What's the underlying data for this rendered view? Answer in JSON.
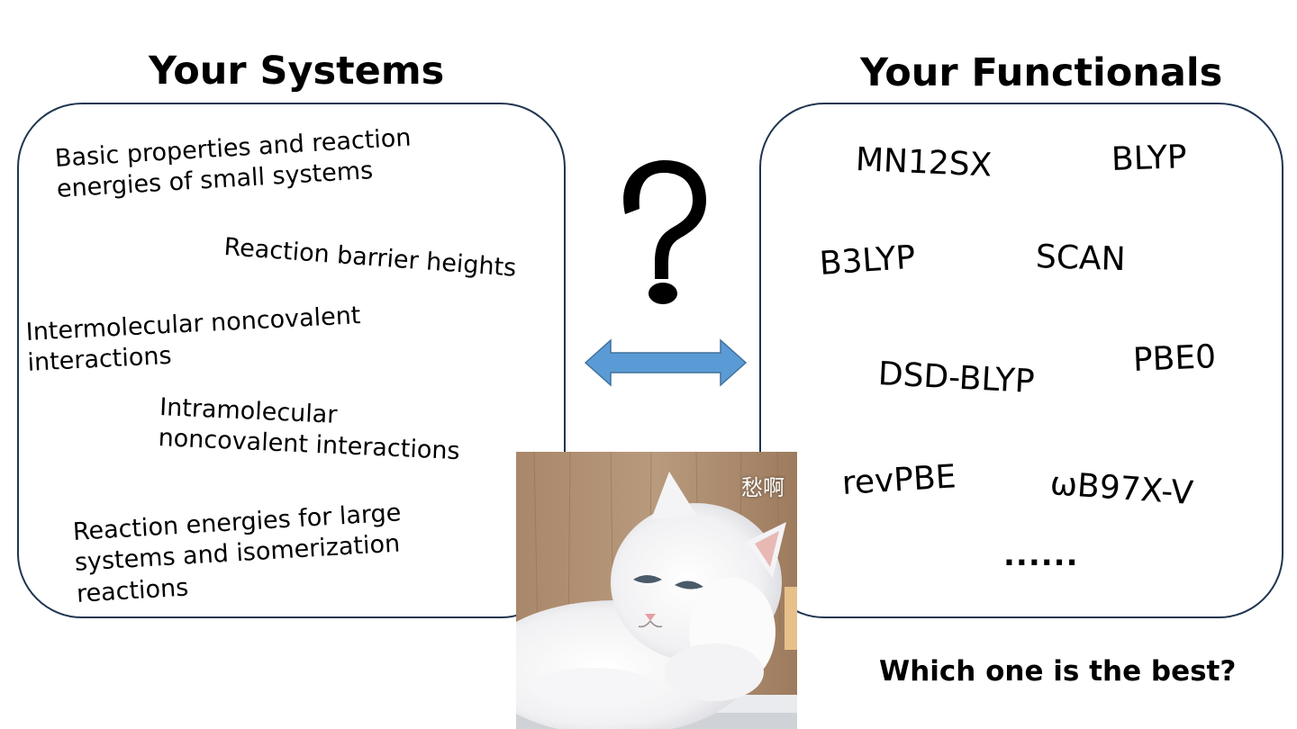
{
  "systems_heading": "Your Systems",
  "functionals_heading": "Your Functionals",
  "systems": [
    "Basic properties and reaction\nenergies of small systems",
    "Reaction barrier heights",
    "Intermolecular noncovalent\ninteractions",
    "Intramolecular\nnoncovalent interactions",
    "Reaction energies for large\nsystems and isomerization\nreactions"
  ],
  "functionals": [
    "MN12SX",
    "BLYP",
    "B3LYP",
    "SCAN",
    "DSD-BLYP",
    "PBE0",
    "revPBE",
    "ωB97X-V",
    "......"
  ],
  "question_mark": "?",
  "meme_caption": "愁啊",
  "footer_question": "Which one is the best?",
  "colors": {
    "panel_border": "#1f3550",
    "arrow_fill": "#5b9bd5",
    "arrow_stroke": "#41719c"
  },
  "icons": {
    "question": "question-mark-glyph",
    "arrow": "double-headed-arrow-icon",
    "meme": "white-cat-photo"
  }
}
